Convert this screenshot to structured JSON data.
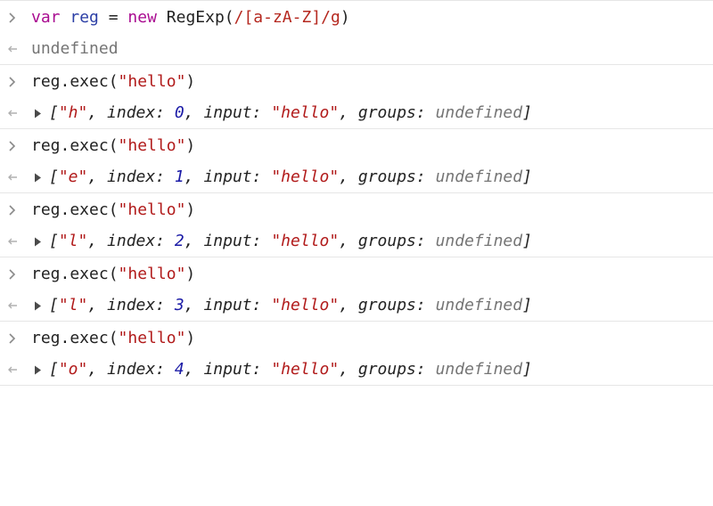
{
  "console": {
    "first_input": {
      "keyword_var": "var",
      "variable": "reg",
      "equals": "=",
      "keyword_new": "new",
      "constructor": "RegExp(",
      "regex": "/[a-zA-Z]/g",
      "close": ")"
    },
    "first_output": "undefined",
    "calls": [
      {
        "call": "reg.exec(",
        "arg": "\"hello\"",
        "close": ")",
        "result": {
          "match": "\"h\"",
          "index_label": "index:",
          "index": "0",
          "input_label": "input:",
          "input": "\"hello\"",
          "groups_label": "groups:",
          "groups": "undefined"
        }
      },
      {
        "call": "reg.exec(",
        "arg": "\"hello\"",
        "close": ")",
        "result": {
          "match": "\"e\"",
          "index_label": "index:",
          "index": "1",
          "input_label": "input:",
          "input": "\"hello\"",
          "groups_label": "groups:",
          "groups": "undefined"
        }
      },
      {
        "call": "reg.exec(",
        "arg": "\"hello\"",
        "close": ")",
        "result": {
          "match": "\"l\"",
          "index_label": "index:",
          "index": "2",
          "input_label": "input:",
          "input": "\"hello\"",
          "groups_label": "groups:",
          "groups": "undefined"
        }
      },
      {
        "call": "reg.exec(",
        "arg": "\"hello\"",
        "close": ")",
        "result": {
          "match": "\"l\"",
          "index_label": "index:",
          "index": "3",
          "input_label": "input:",
          "input": "\"hello\"",
          "groups_label": "groups:",
          "groups": "undefined"
        }
      },
      {
        "call": "reg.exec(",
        "arg": "\"hello\"",
        "close": ")",
        "result": {
          "match": "\"o\"",
          "index_label": "index:",
          "index": "4",
          "input_label": "input:",
          "input": "\"hello\"",
          "groups_label": "groups:",
          "groups": "undefined"
        }
      }
    ]
  },
  "icons": {
    "input_prompt": "chevron-right-icon",
    "output_prompt": "return-arrow-icon",
    "expand": "triangle-right-icon"
  },
  "colors": {
    "keyword": "#aa0d91",
    "variable": "#2c3fa6",
    "string": "#b11a1a",
    "number": "#1a1aa6",
    "undefined": "#757575",
    "divider": "#e6e6e6"
  }
}
